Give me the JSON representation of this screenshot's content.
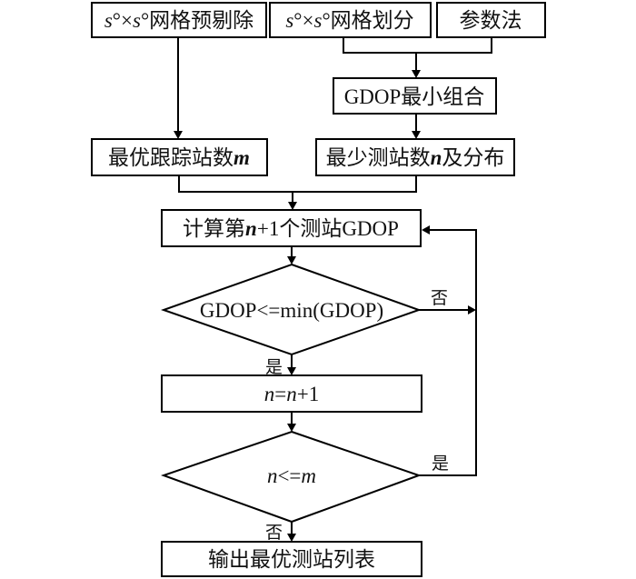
{
  "diagram": {
    "type": "flowchart",
    "nodes": {
      "grid_pre_removal": {
        "var1": "s",
        "deg1": "°",
        "times": "×",
        "var2": "s",
        "deg2": "°",
        "text": "网格预剔除"
      },
      "grid_division": {
        "var1": "s",
        "deg1": "°",
        "times": "×",
        "var2": "s",
        "deg2": "°",
        "text": "网格划分"
      },
      "parametric_method": {
        "text": "参数法"
      },
      "gdop_min_combo": {
        "text": "GDOP最小组合"
      },
      "optimal_tracking_count": {
        "text": "最优跟踪站数",
        "var": "m"
      },
      "min_station_count": {
        "text1": "最少测站数",
        "var": "n",
        "text2": "及分布"
      },
      "compute_gdop": {
        "text1": "计算第",
        "var": "n",
        "text2": "+1个测站GDOP"
      },
      "decision_gdop": {
        "text": "GDOP<=min(GDOP)"
      },
      "increment": {
        "var1": "n",
        "eq": "=",
        "var2": "n",
        "text": "+1"
      },
      "decision_count": {
        "var1": "n",
        "op": "<=",
        "var2": "m"
      },
      "output": {
        "text": "输出最优测站列表"
      }
    },
    "edge_labels": {
      "decision_gdop_no": "否",
      "decision_gdop_yes": "是",
      "decision_count_yes": "是",
      "decision_count_no": "否"
    },
    "edges": [
      [
        "grid_pre_removal",
        "optimal_tracking_count"
      ],
      [
        "grid_division",
        "gdop_min_combo"
      ],
      [
        "parametric_method",
        "gdop_min_combo"
      ],
      [
        "gdop_min_combo",
        "min_station_count"
      ],
      [
        "optimal_tracking_count",
        "compute_gdop"
      ],
      [
        "min_station_count",
        "compute_gdop"
      ],
      [
        "compute_gdop",
        "decision_gdop"
      ],
      [
        "decision_gdop",
        "increment",
        "是"
      ],
      [
        "decision_gdop",
        "compute_gdop",
        "否"
      ],
      [
        "increment",
        "decision_count"
      ],
      [
        "decision_count",
        "compute_gdop",
        "是"
      ],
      [
        "decision_count",
        "output",
        "否"
      ]
    ]
  }
}
